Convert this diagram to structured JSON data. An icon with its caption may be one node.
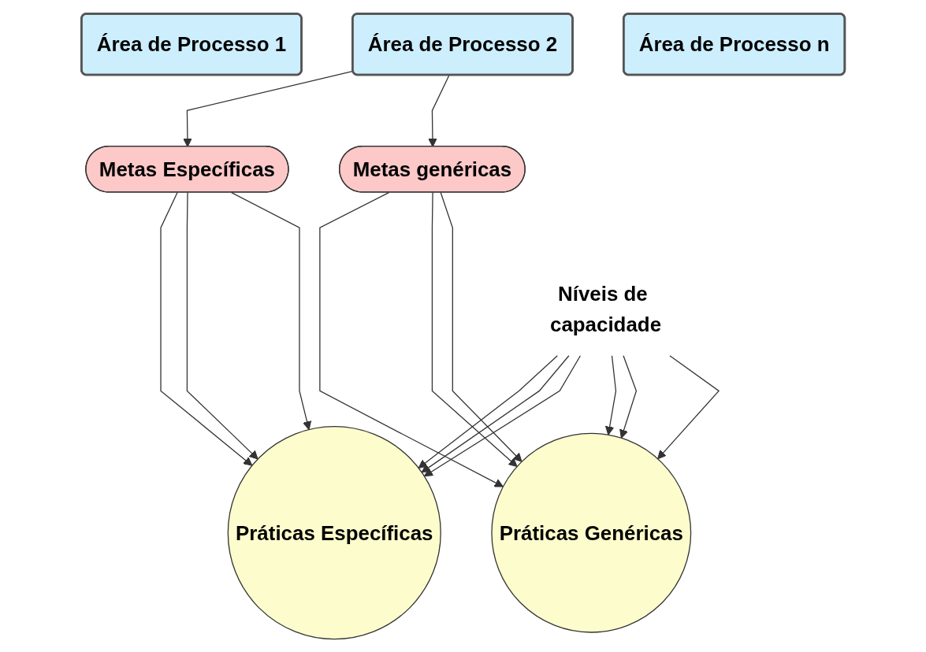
{
  "diagram": {
    "nodes": [
      {
        "text": [
          "Área de Processo 1"
        ]
      },
      {
        "text": [
          "Área de Processo 2"
        ]
      },
      {
        "text": [
          "Área de Processo n"
        ]
      },
      {
        "text": [
          "Metas Específicas"
        ]
      },
      {
        "text": [
          "Metas genéricas"
        ]
      },
      {
        "text": [
          "Práticas Específicas"
        ]
      },
      {
        "text": [
          "Práticas Genéricas"
        ]
      },
      {
        "text": [
          "Níveis de capacidade"
        ]
      }
    ],
    "edges": [
      {
        "from": 1,
        "to": 3,
        "arrow": "to"
      },
      {
        "from": 1,
        "to": 4,
        "arrow": "to"
      },
      {
        "from": 3,
        "to": 5,
        "arrow": "to"
      },
      {
        "from": 3,
        "to": 5,
        "arrow": "to"
      },
      {
        "from": 3,
        "to": 5,
        "arrow": "to"
      },
      {
        "from": 4,
        "to": 6,
        "arrow": "to"
      },
      {
        "from": 4,
        "to": 6,
        "arrow": "to"
      },
      {
        "from": 4,
        "to": 6,
        "arrow": "to"
      },
      {
        "from": 7,
        "to": 5,
        "arrow": "to"
      },
      {
        "from": 7,
        "to": 5,
        "arrow": "to"
      },
      {
        "from": 7,
        "to": 5,
        "arrow": "to"
      },
      {
        "from": 7,
        "to": 6,
        "arrow": "to"
      },
      {
        "from": 7,
        "to": 6,
        "arrow": "to"
      },
      {
        "from": 7,
        "to": 6,
        "arrow": "to"
      }
    ]
  }
}
